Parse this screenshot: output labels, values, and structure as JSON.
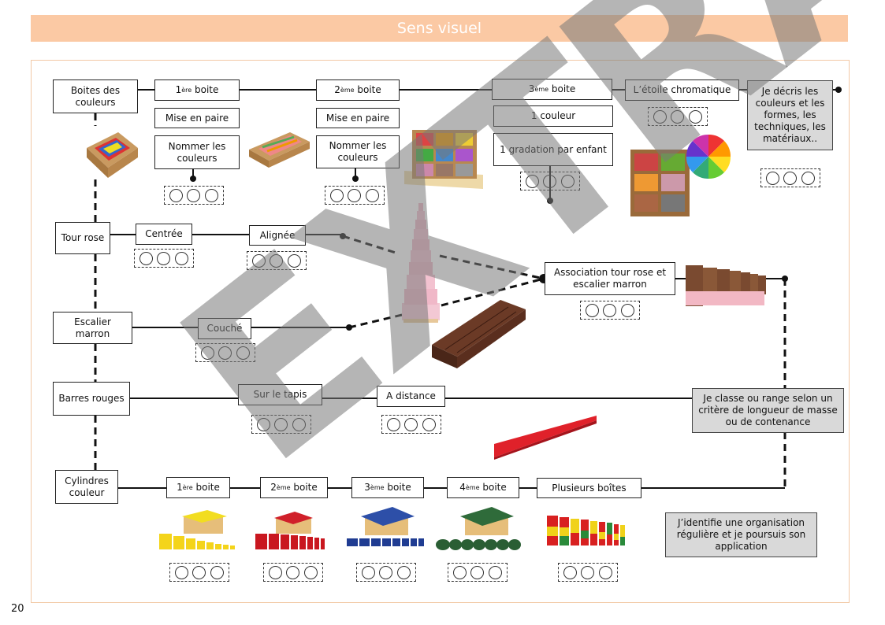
{
  "header": {
    "title": "Sens visuel"
  },
  "page_number": "20",
  "watermark": "EXTRAIT",
  "rows": {
    "boites": {
      "label": "Boites des couleurs",
      "b1": "boite",
      "b2": "boite",
      "b3": "boite",
      "paire": "Mise en paire",
      "nommer": "Nommer les couleurs",
      "couleur1": "1 couleur",
      "gradation": "1 gradation par enfant",
      "etoile": "L’étoile chromatique"
    },
    "tour": {
      "label": "Tour rose",
      "centree": "Centrée",
      "alignee": "Alignée"
    },
    "association": "Association tour rose et escalier marron",
    "escalier": {
      "label": "Escalier marron",
      "couche": "Couché"
    },
    "barres": {
      "label": "Barres rouges",
      "tapis": "Sur le tapis",
      "distance": "A distance"
    },
    "cylindres": {
      "label": "Cylindres couleur",
      "b1": "boite",
      "b2": "boite",
      "b3": "boite",
      "b4": "boite",
      "plusieurs": "Plusieurs boîtes"
    }
  },
  "ordinals": {
    "o1": "1",
    "s1": "ère",
    "o2": "2",
    "s2": "ème",
    "o3": "3",
    "s3": "ème",
    "o4": "4",
    "s4": "ème"
  },
  "notes": {
    "decris": "Je décris les couleurs et les formes, les techniques, les matériaux..",
    "classe": "Je classe ou range selon un critère de longueur de masse ou de contenance",
    "identifie": "J’identifie une organisation régulière et je poursuis son application"
  }
}
